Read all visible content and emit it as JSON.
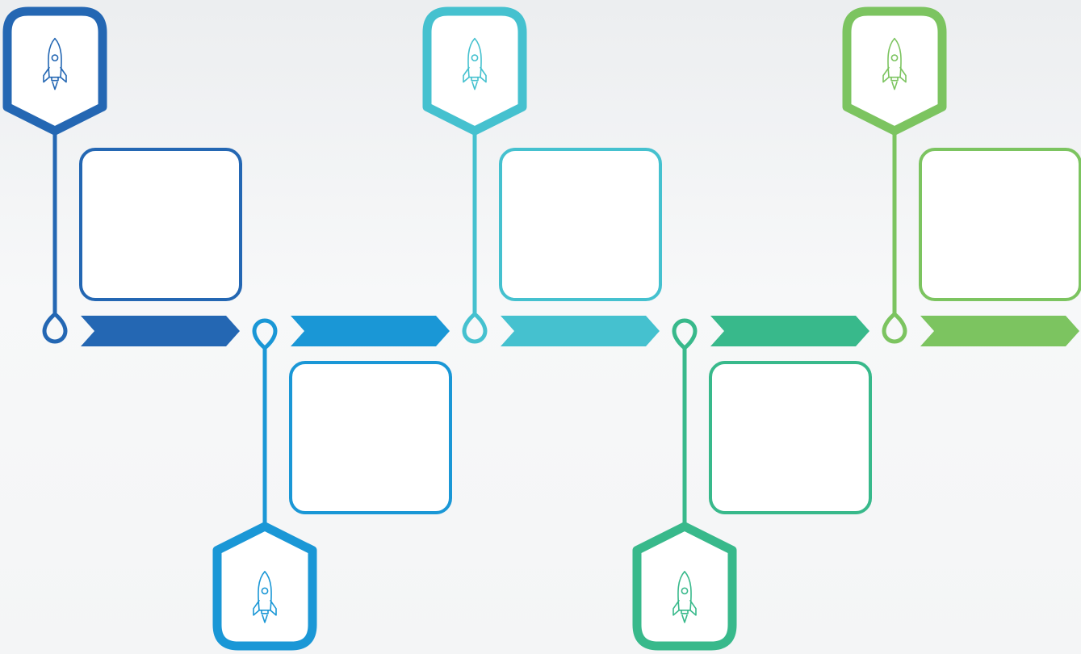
{
  "diagram": {
    "type": "timeline-infographic",
    "steps": [
      {
        "position": "top",
        "color": "#2467b3",
        "icon": "rocket-icon",
        "text": ""
      },
      {
        "position": "bottom",
        "color": "#1a97d6",
        "icon": "rocket-icon",
        "text": ""
      },
      {
        "position": "top",
        "color": "#45c1cf",
        "icon": "rocket-icon",
        "text": ""
      },
      {
        "position": "bottom",
        "color": "#38b98b",
        "icon": "rocket-icon",
        "text": ""
      },
      {
        "position": "top",
        "color": "#7cc460",
        "icon": "rocket-icon",
        "text": ""
      }
    ]
  }
}
